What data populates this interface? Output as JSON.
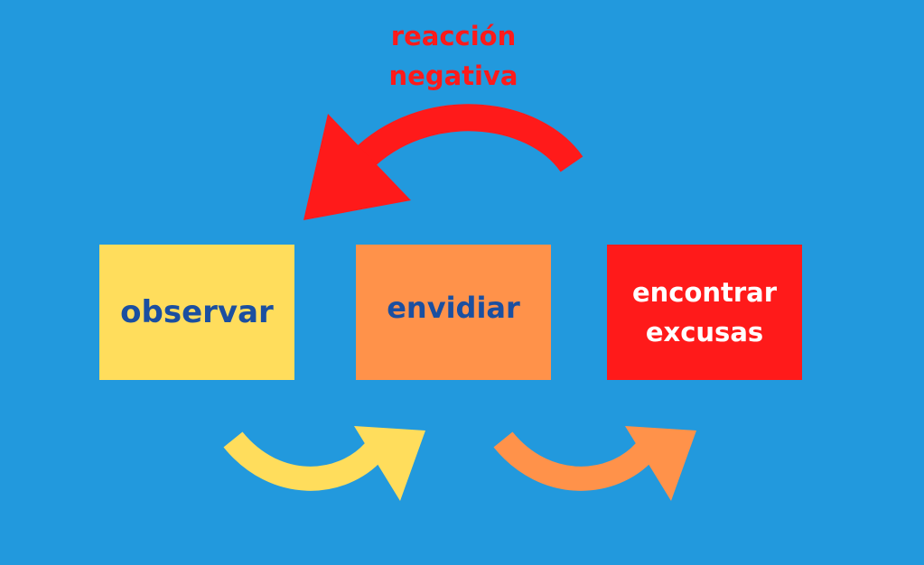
{
  "diagram": {
    "background_color": "#2299dd",
    "feedback_arrow": {
      "label_line1": "reacción",
      "label_line2": "negativa",
      "color": "#ff1a1a"
    },
    "steps": [
      {
        "label": "observar",
        "fill": "#ffdd5c",
        "text_color": "#1b4fa0"
      },
      {
        "label": "envidiar",
        "fill": "#ff924a",
        "text_color": "#1b4fa0"
      },
      {
        "label_line1": "encontrar",
        "label_line2": "excusas",
        "fill": "#ff1a1a",
        "text_color": "#ffffff"
      }
    ],
    "connectors": [
      {
        "from": "observar",
        "to": "envidiar",
        "color": "#ffdd5c"
      },
      {
        "from": "envidiar",
        "to": "encontrar excusas",
        "color": "#ff924a"
      }
    ]
  }
}
